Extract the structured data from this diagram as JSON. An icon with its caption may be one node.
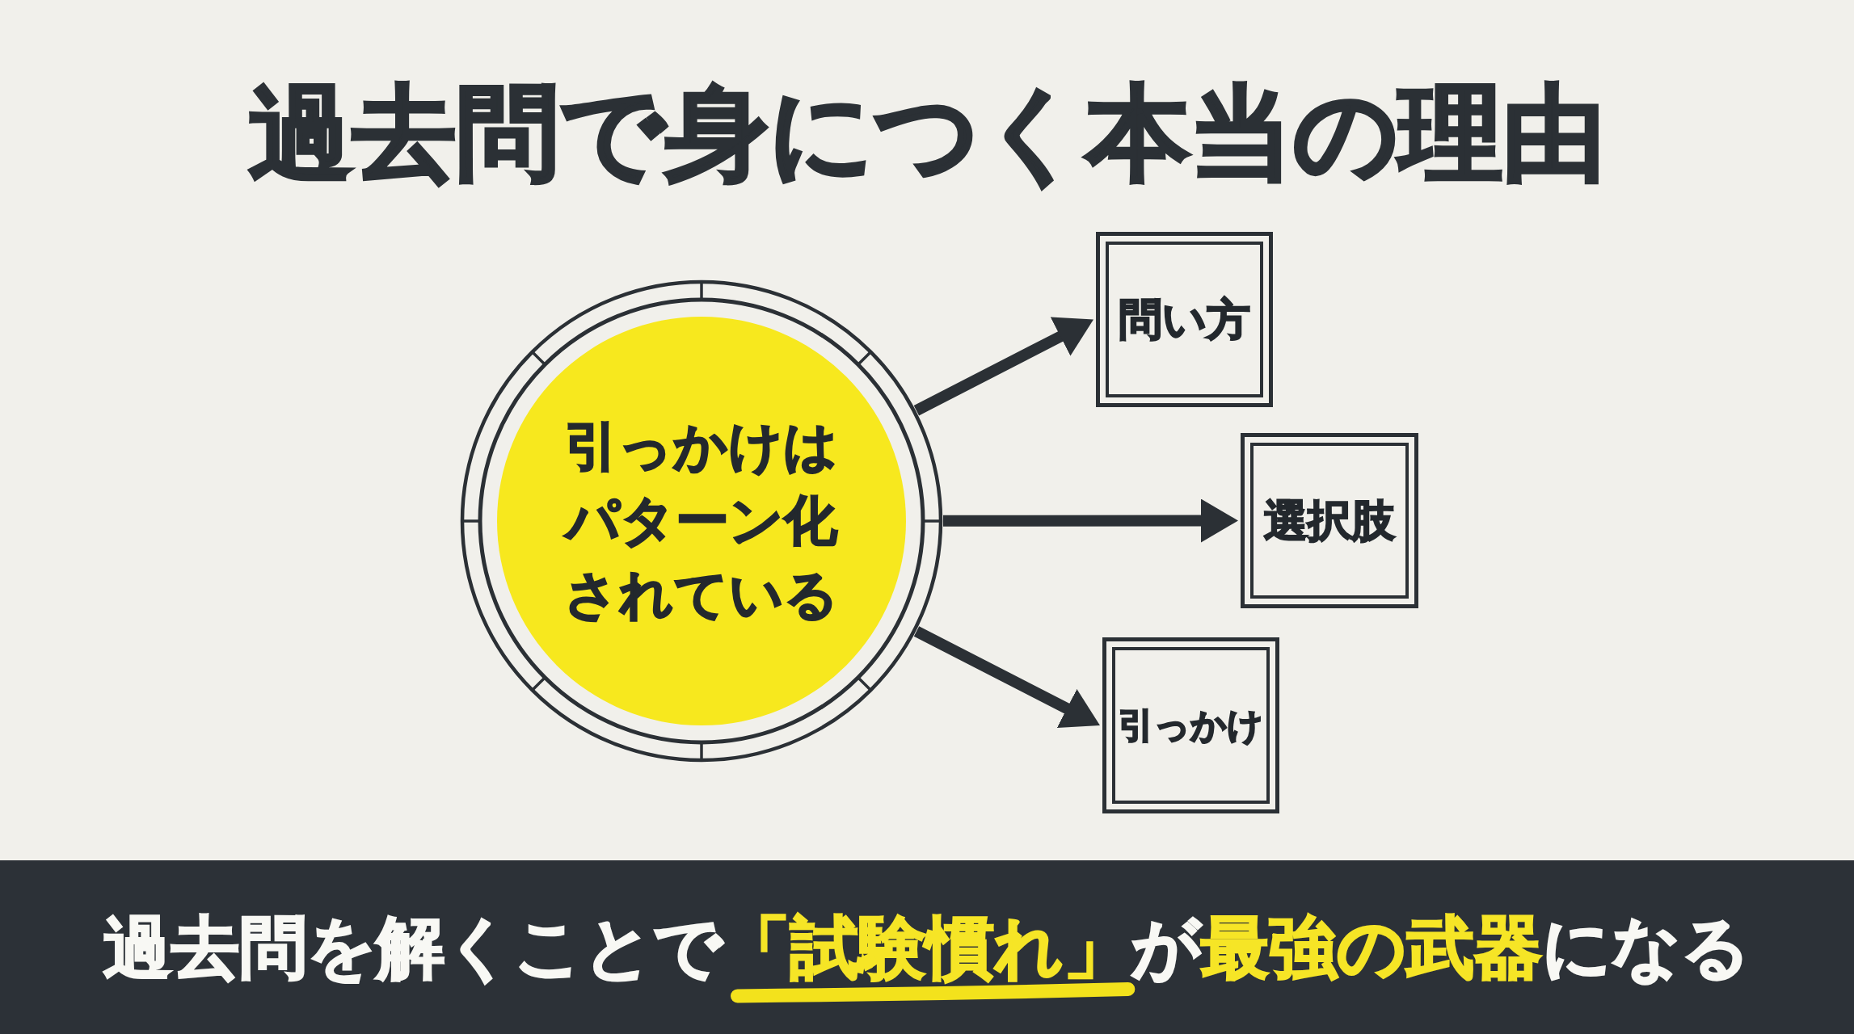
{
  "diagram": {
    "title": "過去問で身につく本当の理由",
    "nodes": [
      {
        "text": [
          "引っかけはパターン化されている"
        ]
      },
      {
        "text": [
          "問い方"
        ]
      },
      {
        "text": [
          "選択肢"
        ]
      },
      {
        "text": [
          "引っかけ"
        ]
      }
    ],
    "edges": [
      {
        "from": 0,
        "to": 1,
        "arrow": "to"
      },
      {
        "from": 0,
        "to": 2,
        "arrow": "to"
      },
      {
        "from": 0,
        "to": 3,
        "arrow": "to"
      }
    ],
    "caption": "過去問を解くことで**「試験慣れ」**が**最強の武器**になる"
  }
}
